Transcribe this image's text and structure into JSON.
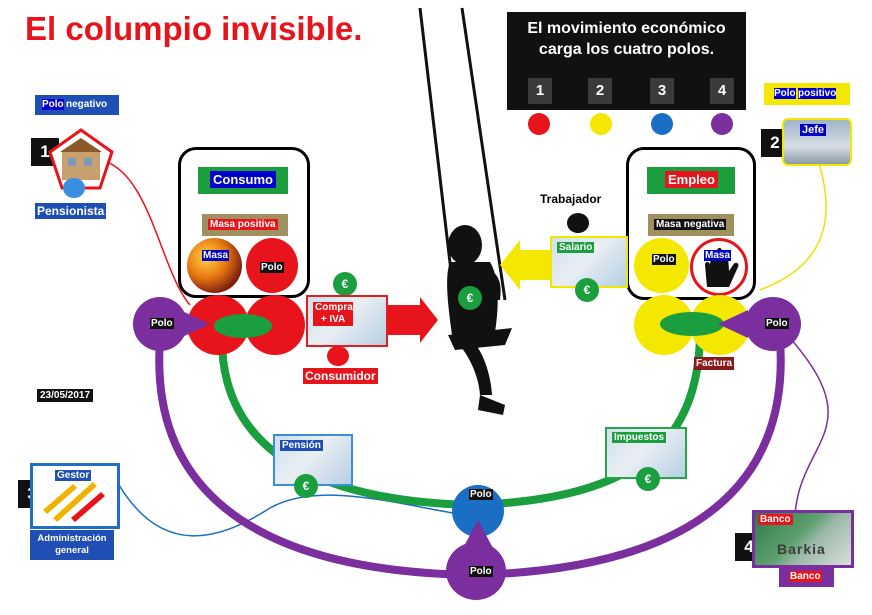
{
  "title": "El columpio invisible.",
  "header": {
    "line1": "El movimiento económico",
    "line2": "carga los cuatro polos.",
    "numbers": [
      "1",
      "2",
      "3",
      "4"
    ],
    "dot_colors": [
      "#e8141b",
      "#f5e800",
      "#1a6fc4",
      "#7b2e9e"
    ]
  },
  "legend": {
    "negative_part1": "Polo",
    "negative_part2": " negativo",
    "positive_part1": "Polo",
    "positive_part2": " positivo"
  },
  "date": "23/05/2017",
  "actors": {
    "pensionista": {
      "num": "1",
      "label": "Pensionista"
    },
    "jefe": {
      "num": "2",
      "label": "Jefe"
    },
    "gestor": {
      "num": "3",
      "label": "Gestor",
      "caption": "Administración general"
    },
    "banco": {
      "num": "4",
      "label": "Banco",
      "caption": "Banco",
      "sign": "Barkia"
    }
  },
  "left_panel": {
    "title": "Consumo",
    "subtitle": "Masa positiva",
    "masa": "Masa",
    "polo": "Polo"
  },
  "right_panel": {
    "title": "Empleo",
    "subtitle": "Masa negativa",
    "polo": "Polo",
    "masa": "Masa"
  },
  "flows": {
    "compra": "Compra + IVA",
    "consumidor": "Consumidor",
    "trabajador": "Trabajador",
    "salario": "Salario",
    "factura": "Factura",
    "pension": "Pensión",
    "impuestos": "Impuestos",
    "coin": "€"
  },
  "poles": {
    "left": "Polo",
    "right": "Polo",
    "bottom_blue": "Polo",
    "bottom_purple": "Polo"
  },
  "colors": {
    "red": "#e8141b",
    "yellow": "#f5e800",
    "blue": "#1a6fc4",
    "purple": "#7b2e9e",
    "green": "#1a9e3e"
  }
}
